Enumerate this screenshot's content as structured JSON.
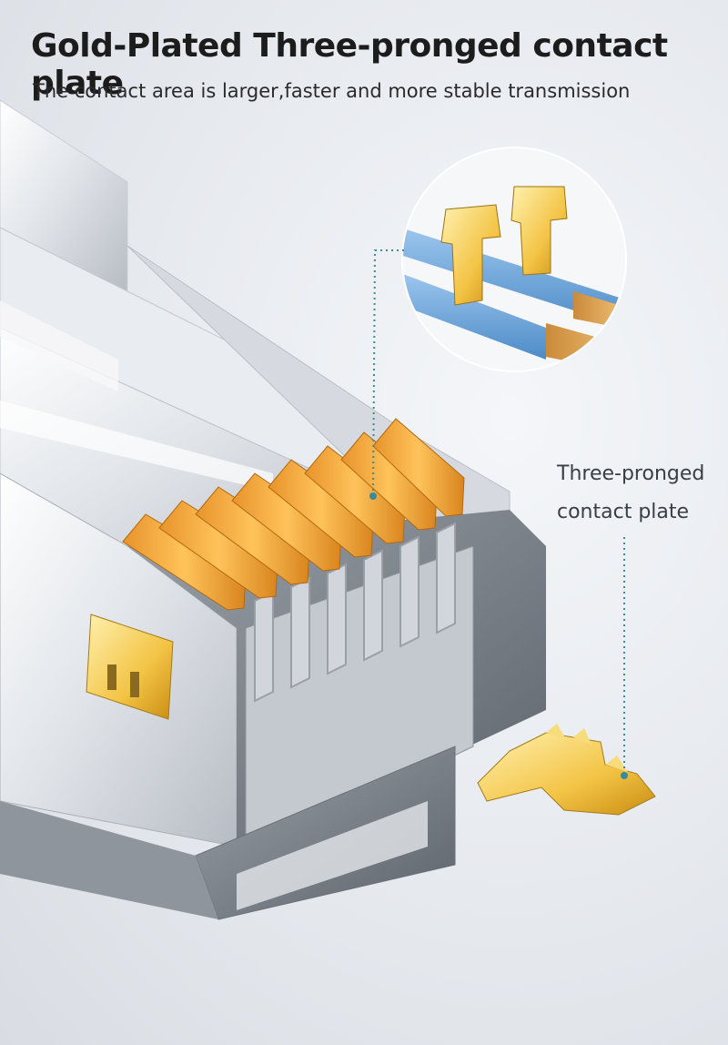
{
  "header": {
    "title": "Gold-Plated Three-pronged contact plate",
    "subtitle": "The contact area is larger,faster and more stable transmission"
  },
  "callout": {
    "line1": "Three-pronged",
    "line2": "contact plate"
  },
  "colors": {
    "gold": "#f2a93b",
    "gold_light": "#ffd27a",
    "wire_blue": "#6aa6dd",
    "leader_line": "#3a8a9a"
  },
  "icons": {
    "connector": "rj45-connector-illustration",
    "zoom_circle": "magnified-contact-detail",
    "plate": "three-pronged-contact-plate"
  }
}
